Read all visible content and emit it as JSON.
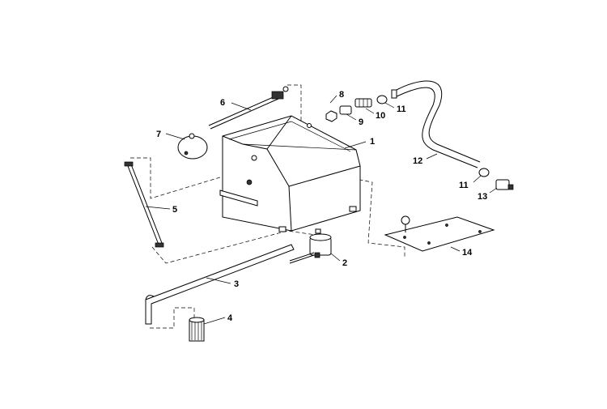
{
  "callouts": [
    "1",
    "2",
    "3",
    "4",
    "5",
    "6",
    "7",
    "8",
    "9",
    "10",
    "11",
    "11",
    "12",
    "13",
    "14"
  ],
  "colors": {
    "line": "#000000",
    "background": "#ffffff"
  }
}
